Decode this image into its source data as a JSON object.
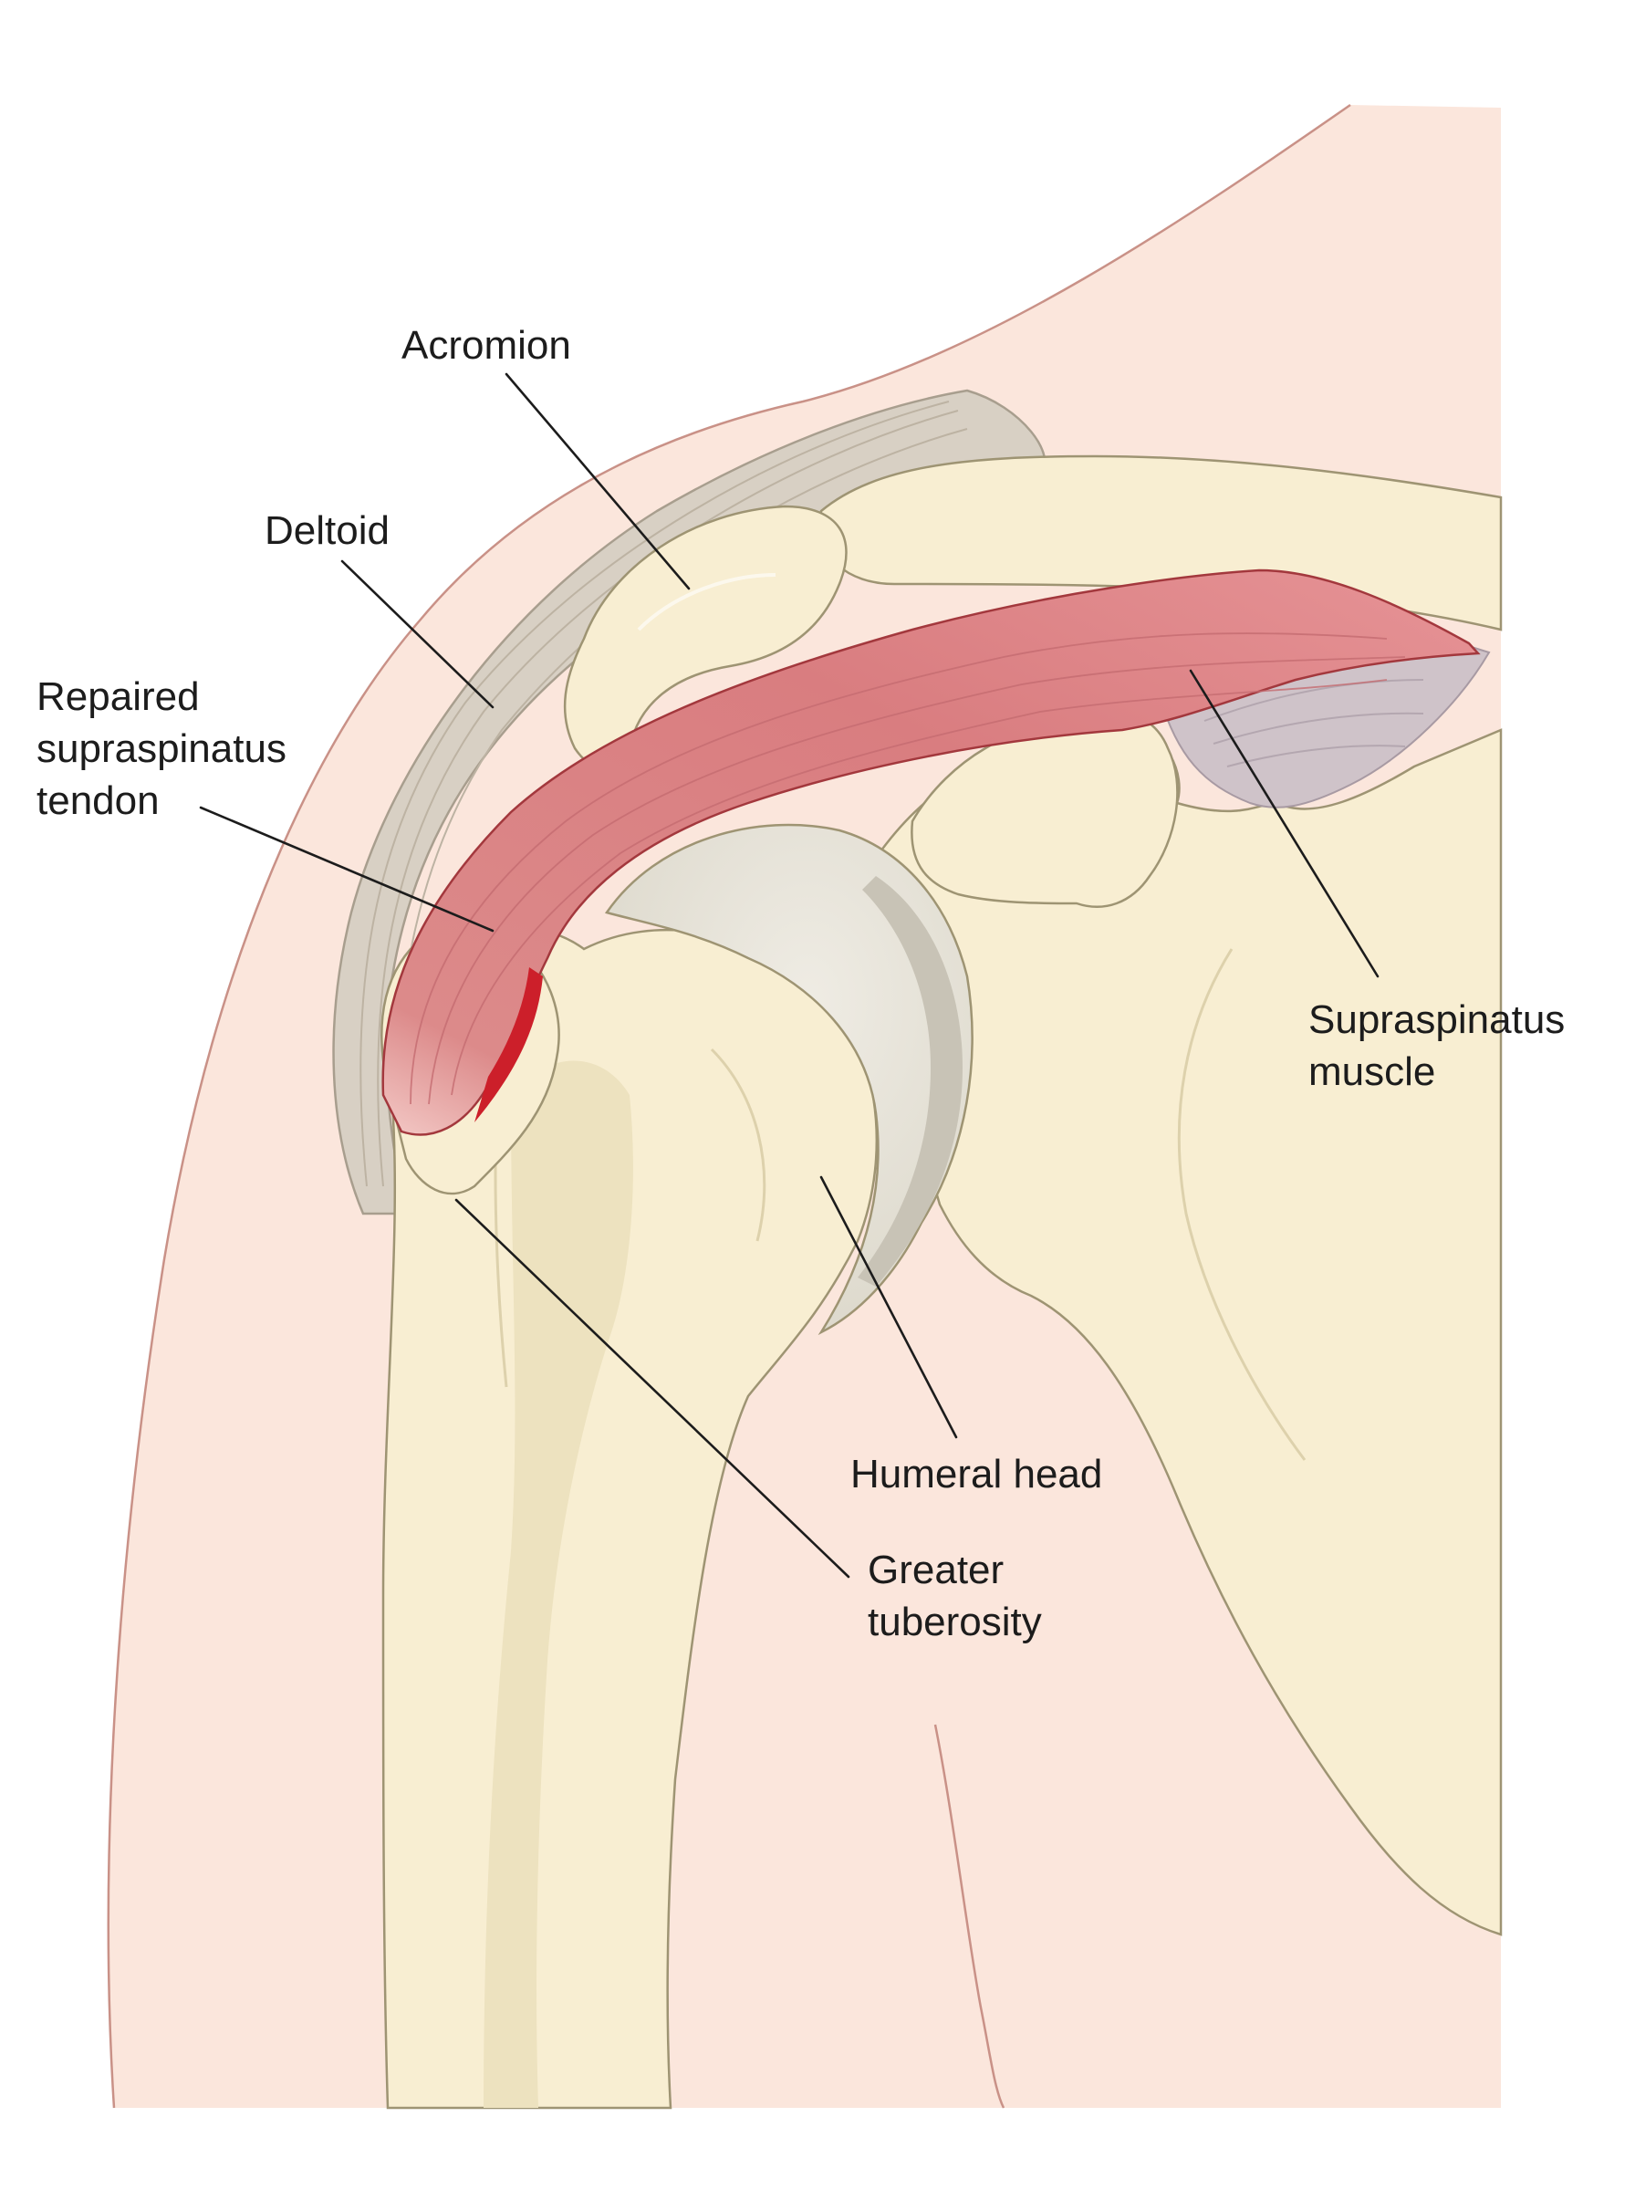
{
  "labels": {
    "acromion": "Acromion",
    "deltoid": "Deltoid",
    "tendon": [
      "Repaired",
      "supraspinatus",
      "tendon"
    ],
    "muscle": [
      "Supraspinatus",
      "muscle"
    ],
    "humeral_head": "Humeral head",
    "tuberosity": [
      "Greater",
      "tuberosity"
    ]
  },
  "colors": {
    "skin": "#fbe6dc",
    "skin_outline": "#c99187",
    "bone": "#f8eed2",
    "bone_outline": "#9e9473",
    "deltoid": "#d8d0c4",
    "tendon": "#d98282",
    "tendon_outline": "#a3383d",
    "repair_site": "#cc1f2a",
    "humeral_head": "#e5e1d6",
    "muscle_belly": "#cfc3c9"
  }
}
